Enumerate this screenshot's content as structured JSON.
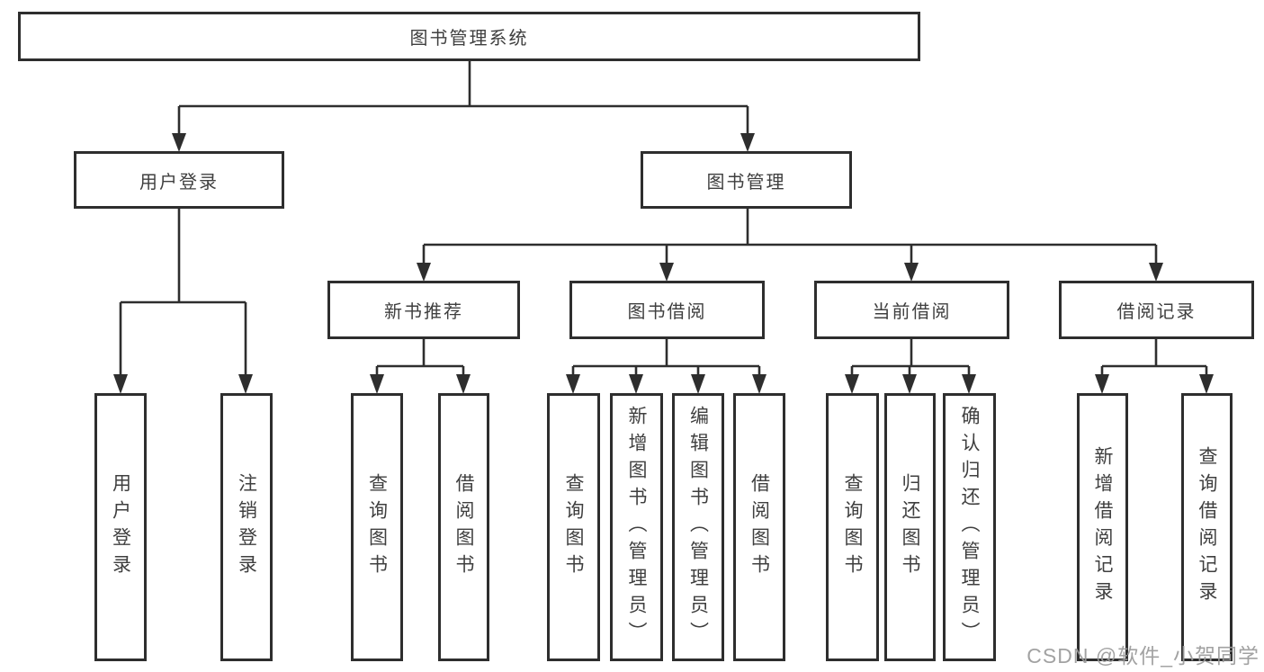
{
  "diagram": {
    "title": "图书管理系统",
    "root": {
      "label": "图书管理系统"
    },
    "branches": [
      {
        "label": "用户登录",
        "children": [
          {
            "label": "用户登录"
          },
          {
            "label": "注销登录"
          }
        ]
      },
      {
        "label": "图书管理",
        "groups": [
          {
            "label": "新书推荐",
            "children": [
              {
                "label": "查询图书"
              },
              {
                "label": "借阅图书"
              }
            ]
          },
          {
            "label": "图书借阅",
            "children": [
              {
                "label": "查询图书"
              },
              {
                "label": "新增图书（管理员）"
              },
              {
                "label": "编辑图书（管理员）"
              },
              {
                "label": "借阅图书"
              }
            ]
          },
          {
            "label": "当前借阅",
            "children": [
              {
                "label": "查询图书"
              },
              {
                "label": "归还图书"
              },
              {
                "label": "确认归还（管理员）"
              }
            ]
          },
          {
            "label": "借阅记录",
            "children": [
              {
                "label": "新增借阅记录"
              },
              {
                "label": "查询借阅记录"
              }
            ]
          }
        ]
      }
    ]
  },
  "watermark": {
    "text": "CSDN @软件_小贺同学"
  },
  "colors": {
    "line": "#2e2e2e",
    "box_border": "#2e2e2e",
    "text": "#3f3f3f",
    "background": "#ffffff",
    "watermark": "#9a9a9a"
  }
}
